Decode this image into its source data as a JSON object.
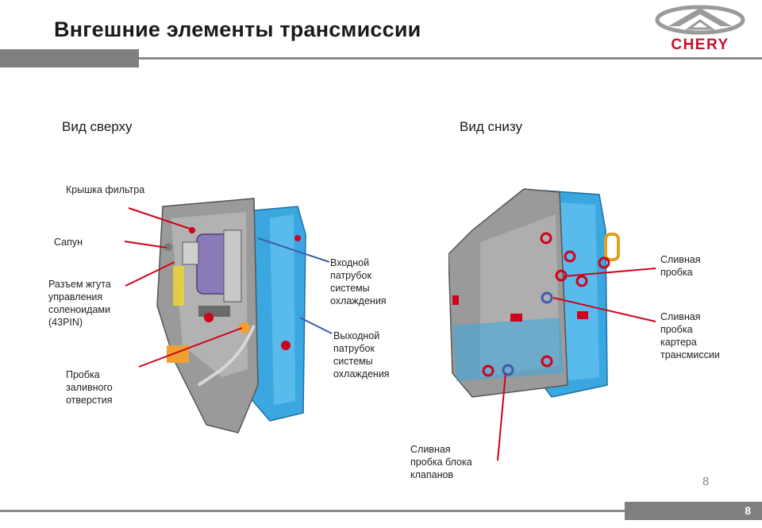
{
  "slide": {
    "title": "Внгешние элементы трансмиссии",
    "brand": "CHERY",
    "page_number": "8",
    "page_number_small": "8"
  },
  "top_view": {
    "heading": "Вид сверху",
    "labels": {
      "filter_cover": "Крышка фильтра",
      "breather": "Сапун",
      "harness_line1": "Разъем жгута",
      "harness_line2": "управления",
      "harness_line3": "соленоидами",
      "harness_line4": "(43PIN)",
      "fill_line1": "Пробка",
      "fill_line2": "заливного",
      "fill_line3": "отверстия",
      "inlet_line1": "Входной",
      "inlet_line2": "патрубок",
      "inlet_line3": "системы",
      "inlet_line4": "охлаждения",
      "outlet_line1": "Выходной",
      "outlet_line2": "патрубок",
      "outlet_line3": "системы",
      "outlet_line4": "охлаждения"
    }
  },
  "bottom_view": {
    "heading": "Вид снизу",
    "labels": {
      "drain_line1": "Сливная",
      "drain_line2": "пробка",
      "case_drain_line1": "Сливная",
      "case_drain_line2": "пробка",
      "case_drain_line3": "картера",
      "case_drain_line4": "трансмиссии",
      "valve_line1": "Сливная",
      "valve_line2": "пробка блока",
      "valve_line3": "клапанов"
    }
  },
  "colors": {
    "accent_red": "#d0021b",
    "callout_blue": "#3a5ea8",
    "housing_blue": "#3ba7e0",
    "housing_gray": "#9a9a9a",
    "filter_purple": "#8a7ab8",
    "bar_gray": "#7f7f7f"
  }
}
